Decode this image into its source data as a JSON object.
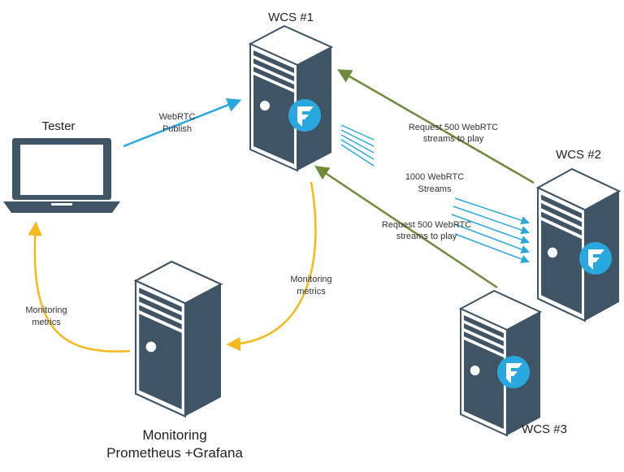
{
  "nodes": {
    "wcs1": "WCS #1",
    "wcs2": "WCS #2",
    "wcs3": "WCS #3",
    "tester": "Tester",
    "monitoring": "Monitoring",
    "monitoring_stack": "Prometheus +Grafana"
  },
  "edges": {
    "publish": [
      "WebRTC",
      "Publish"
    ],
    "streams": [
      "1000 WebRTC",
      "Streams"
    ],
    "request_wcs2": [
      "Request 500 WebRTC",
      "streams to play"
    ],
    "request_wcs3": [
      "Request 500 WebRTC",
      "streams to play"
    ],
    "metrics_wcs1": [
      "Monitoring",
      "metrics"
    ],
    "metrics_tester": [
      "Monitoring",
      "metrics"
    ]
  },
  "colors": {
    "server": "#3f5566",
    "laptop": "#3f5566",
    "logo": "#29a8e0",
    "publish_arrow": "#29a8e0",
    "stream_arrows": "#29a8e0",
    "request_arrows": "#6f8a3a",
    "metrics_arrows": "#f5b91c"
  },
  "icons": {
    "server": "server-tower-icon",
    "logo": "flashphoner-logo-icon",
    "laptop": "laptop-icon"
  }
}
